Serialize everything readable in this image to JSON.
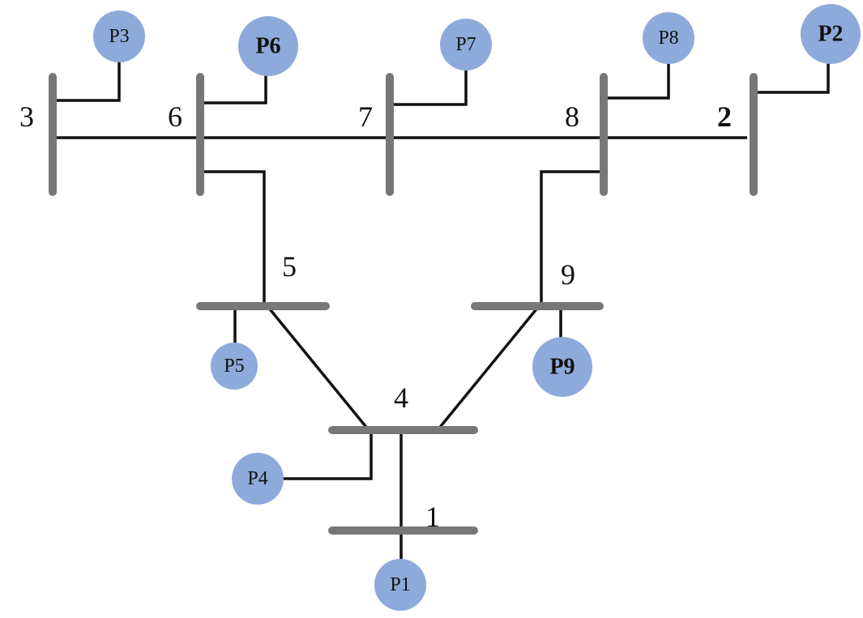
{
  "buses": {
    "b1": "1",
    "b2": "2",
    "b3": "3",
    "b4": "4",
    "b5": "5",
    "b6": "6",
    "b7": "7",
    "b8": "8",
    "b9": "9"
  },
  "generators": {
    "p1": "P1",
    "p2": "P2",
    "p3": "P3",
    "p4": "P4",
    "p5": "P5",
    "p6": "P6",
    "p7": "P7",
    "p8": "P8",
    "p9": "P9"
  },
  "colors": {
    "bus": "#777777",
    "line": "#111111",
    "node": "#8eaadb"
  }
}
